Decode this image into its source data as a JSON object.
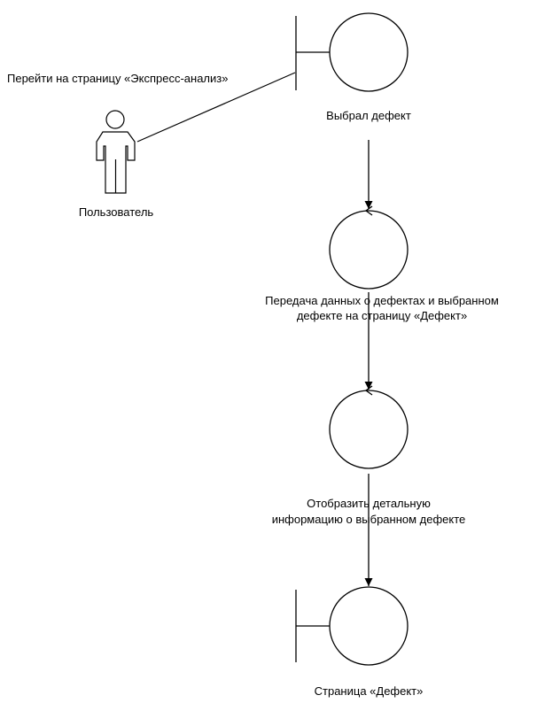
{
  "diagram": {
    "actor": {
      "name": "Пользователь"
    },
    "interface_top": {
      "name": "Выбрал дефект"
    },
    "control_1": {
      "name_line1": "Передача данных о дефектах и выбранном",
      "name_line2": "дефекте на страницу «Дефект»"
    },
    "control_2": {
      "name_line1": "Отобразить детальную",
      "name_line2": "информацию о выбранном дефекте"
    },
    "interface_bottom": {
      "name": "Страница «Дефект»"
    },
    "actor_link": {
      "label": "Перейти на страницу «Экспресс-анализ»"
    }
  }
}
